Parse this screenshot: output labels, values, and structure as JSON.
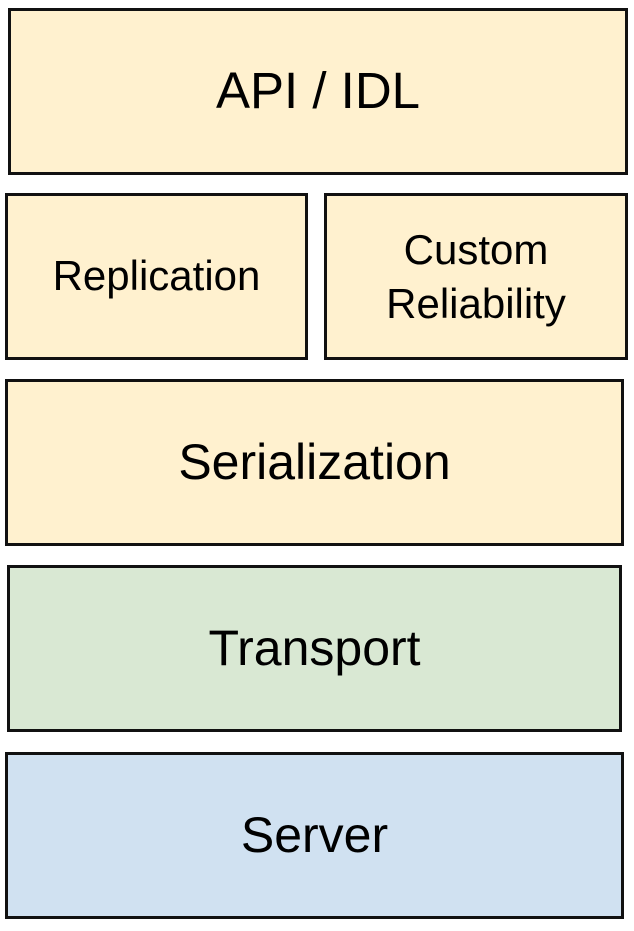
{
  "diagram": {
    "type": "layered-stack",
    "layers": [
      {
        "id": "api",
        "label": "API / IDL",
        "color": "#fff1cf"
      },
      {
        "id": "replication",
        "label": "Replication",
        "color": "#fff1cf"
      },
      {
        "id": "reliability",
        "label": "Custom\nReliability",
        "color": "#fff1cf"
      },
      {
        "id": "serialization",
        "label": "Serialization",
        "color": "#fff1cf"
      },
      {
        "id": "transport",
        "label": "Transport",
        "color": "#d9e8d3"
      },
      {
        "id": "server",
        "label": "Server",
        "color": "#d0e1f1"
      }
    ],
    "border_color": "#111111"
  }
}
